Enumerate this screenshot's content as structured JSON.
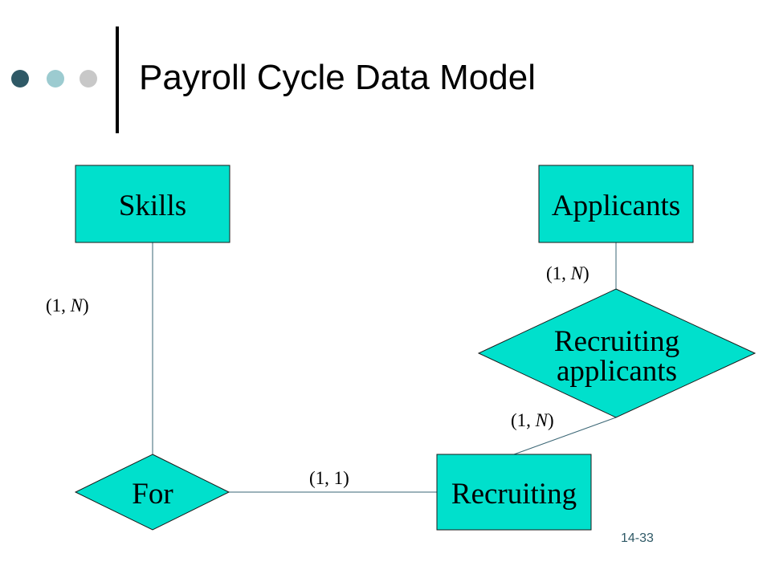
{
  "title": "Payroll Cycle Data Model",
  "page_number": "14-33",
  "colors": {
    "entity_fill": "#00e0cc",
    "accent_dark": "#2f5966",
    "accent_light": "#9ccbd0",
    "dot_gray": "#c8c8c8"
  },
  "entities": {
    "skills": "Skills",
    "applicants": "Applicants",
    "recruiting": "Recruiting"
  },
  "relationships": {
    "for": "For",
    "recruiting_applicants": [
      "Recruiting",
      "applicants"
    ]
  },
  "cardinalities": {
    "skills_for": {
      "prefix": "(1, ",
      "max": "N",
      "suffix": ")"
    },
    "applicants_recruiting_applicants": {
      "prefix": "(1, ",
      "max": "N",
      "suffix": ")"
    },
    "recruiting_recruiting_applicants": {
      "prefix": "(1, ",
      "max": "N",
      "suffix": ")"
    },
    "for_recruiting": {
      "prefix": "(1, ",
      "max": "1",
      "suffix": ")"
    }
  }
}
